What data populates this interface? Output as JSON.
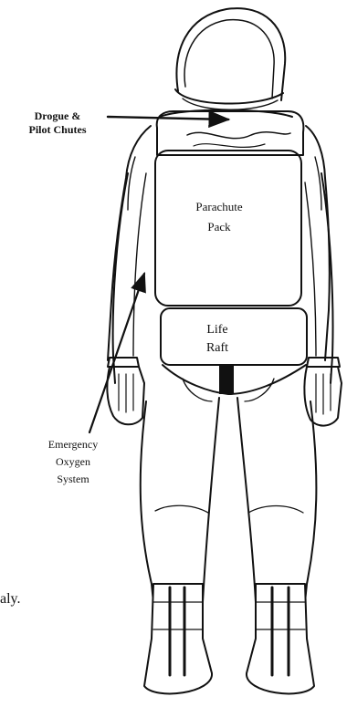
{
  "labels": {
    "drogue_line1": "Drogue &",
    "drogue_line2": "Pilot Chutes",
    "pack_line1": "Parachute",
    "pack_line2": "Pack",
    "raft_line1": "Life",
    "raft_line2": "Raft",
    "oxygen_line1": "Emergency",
    "oxygen_line2": "Oxygen",
    "oxygen_line3": "System",
    "stray_text": "aly."
  },
  "colors": {
    "ink": "#111111",
    "background": "#ffffff"
  }
}
